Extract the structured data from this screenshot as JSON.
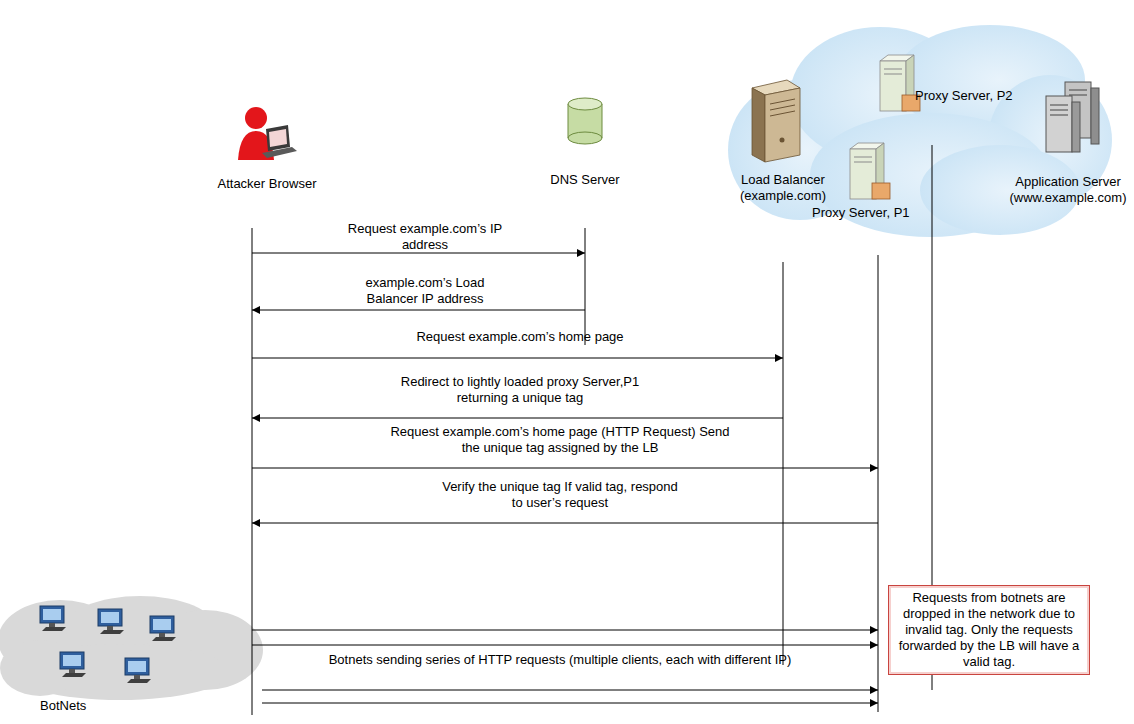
{
  "diagram": {
    "nodes": [
      {
        "text": [
          "Attacker Browser"
        ]
      },
      {
        "text": [
          "DNS Server"
        ]
      },
      {
        "text": [
          "Load Balancer (example.com)"
        ]
      },
      {
        "text": [
          "Proxy Server, P2"
        ]
      },
      {
        "text": [
          "Proxy Server, P1"
        ]
      },
      {
        "text": [
          "Application Server (www.example.com)"
        ]
      },
      {
        "text": [
          "Requests from botnets are dropped in the network due to invalid tag. Only the requests forwarded by the LB will have a valid tag."
        ]
      },
      {
        "text": [
          "BotNets"
        ]
      }
    ],
    "edges": [
      {
        "from": 0,
        "to": 1,
        "arrow": "to",
        "label": "Request example.com’s IP address"
      },
      {
        "from": 1,
        "to": 0,
        "arrow": "to",
        "label": "example.com’s Load Balancer IP address"
      },
      {
        "from": 0,
        "to": 2,
        "arrow": "to",
        "label": "Request example.com’s home page"
      },
      {
        "from": 2,
        "to": 0,
        "arrow": "to",
        "label": "Redirect to lightly loaded proxy Server,P1 returning a unique tag"
      },
      {
        "from": 0,
        "to": 4,
        "arrow": "to",
        "label": "Request example.com’s home page (HTTP Request) Send the unique tag assigned by the LB"
      },
      {
        "from": 4,
        "to": 0,
        "arrow": "to",
        "label": "Verify the unique tag If valid tag, respond to user’s request"
      },
      {
        "from": 0,
        "to": 4,
        "arrow": "to"
      },
      {
        "from": 0,
        "to": 4,
        "arrow": "to"
      },
      {
        "from": 7,
        "to": 4,
        "arrow": "to",
        "label": "Botnets sending series of HTTP requests (multiple clients, each with different IP)"
      },
      {
        "from": 7,
        "to": 4,
        "arrow": "to"
      }
    ]
  }
}
